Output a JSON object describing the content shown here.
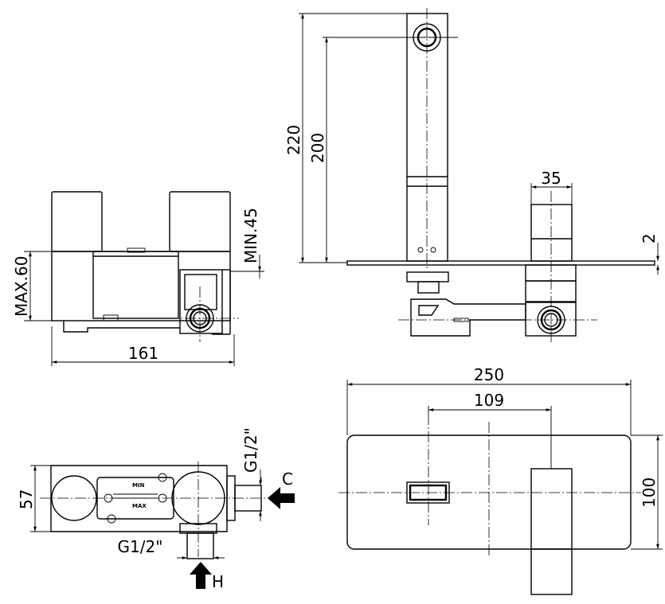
{
  "side_view": {
    "width_dim": "161",
    "max_depth": "MAX.60",
    "min_depth": "MIN.45"
  },
  "front_view": {
    "height_total": "220",
    "height_spout": "200",
    "handle_width": "35",
    "plate_thickness": "2"
  },
  "top_view": {
    "depth_dim": "57",
    "inlet_side": "G1/2\"",
    "inlet_bottom": "G1/2\"",
    "label_cold": "C",
    "label_hot": "H",
    "label_min": "MIN",
    "label_max": "MAX"
  },
  "plate_view": {
    "width_dim": "250",
    "centers_dim": "109",
    "height_dim": "100"
  }
}
